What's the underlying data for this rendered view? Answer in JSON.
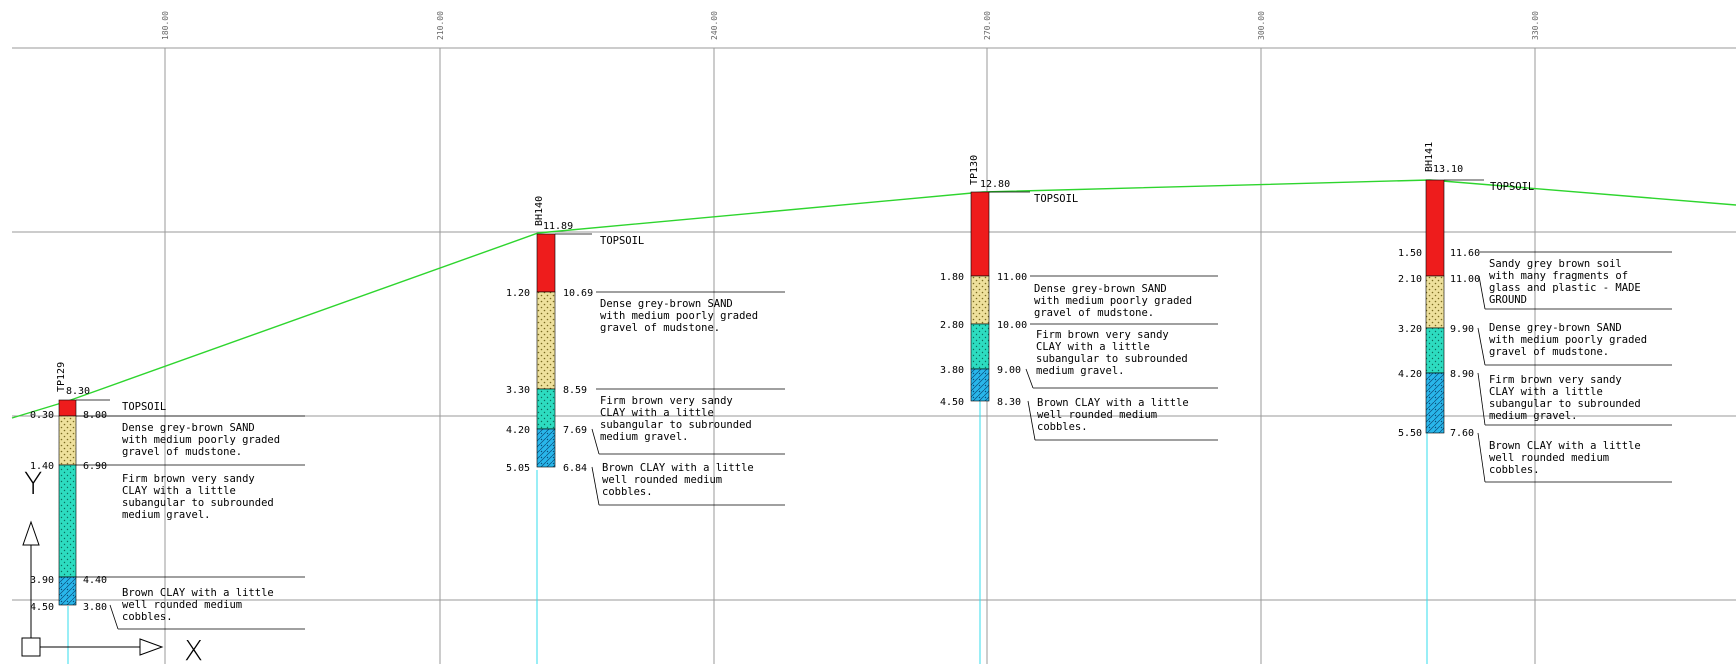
{
  "colors": {
    "background": "#ffffff",
    "grid": "#9a9a9a",
    "ground_line": "#2ed52e",
    "water_line": "#33ddee",
    "topsoil": "#ee1c1c",
    "sand": "#eee09c",
    "clay_cyan": "#2ddcc0",
    "clay_blue": "#29b6ea"
  },
  "axis": {
    "tick_labels": [
      "180.00",
      "210.00",
      "240.00",
      "270.00",
      "300.00",
      "330.00"
    ]
  },
  "ucs_icon": {
    "y_label": "Y",
    "x_label": "X"
  },
  "boreholes": [
    {
      "id": "TP129",
      "ground_level": "8.30",
      "depths": [
        "0.30",
        "1.40",
        "3.90",
        "4.50"
      ],
      "levels": [
        "8.00",
        "6.90",
        "4.40",
        "3.80"
      ],
      "topsoil_label": "TOPSOIL",
      "descriptions": [
        [
          "Dense grey-brown SAND",
          "with medium poorly graded",
          "gravel of mudstone."
        ],
        [
          "Firm brown very sandy",
          "CLAY with a little",
          "subangular to subrounded",
          "medium gravel."
        ],
        [
          "Brown CLAY with a little",
          "well rounded medium",
          "cobbles."
        ]
      ]
    },
    {
      "id": "BH140",
      "ground_level": "11.89",
      "depths": [
        "1.20",
        "3.30",
        "4.20",
        "5.05"
      ],
      "levels": [
        "10.69",
        "8.59",
        "7.69",
        "6.84"
      ],
      "topsoil_label": "TOPSOIL",
      "descriptions": [
        [
          "Dense grey-brown SAND",
          "with medium poorly graded",
          "gravel of mudstone."
        ],
        [
          "Firm brown very sandy",
          "CLAY with a little",
          "subangular to subrounded",
          "medium gravel."
        ],
        [
          "Brown CLAY with a little",
          "well rounded medium",
          "cobbles."
        ]
      ]
    },
    {
      "id": "TP130",
      "ground_level": "12.80",
      "depths": [
        "1.80",
        "2.80",
        "3.80",
        "4.50"
      ],
      "levels": [
        "11.00",
        "10.00",
        "9.00",
        "8.30"
      ],
      "topsoil_label": "TOPSOIL",
      "descriptions": [
        [
          "Dense grey-brown SAND",
          "with medium poorly graded",
          "gravel of mudstone."
        ],
        [
          "Firm brown very sandy",
          "CLAY with a little",
          "subangular to subrounded",
          "medium gravel."
        ],
        [
          "Brown CLAY with a little",
          "well rounded medium",
          "cobbles."
        ]
      ]
    },
    {
      "id": "BH141",
      "ground_level": "13.10",
      "depths": [
        "1.50",
        "2.10",
        "3.20",
        "4.20",
        "5.50"
      ],
      "levels": [
        "11.60",
        "11.00",
        "9.90",
        "8.90",
        "7.60"
      ],
      "topsoil_label": "TOPSOIL",
      "descriptions": [
        [
          "Sandy grey brown soil",
          "with many fragments of",
          "glass and plastic - MADE",
          "GROUND"
        ],
        [
          "Dense grey-brown SAND",
          "with medium poorly graded",
          "gravel of mudstone."
        ],
        [
          "Firm brown very sandy",
          "CLAY with a little",
          "subangular to subrounded",
          "medium gravel."
        ],
        [
          "Brown CLAY with a little",
          "well rounded medium",
          "cobbles."
        ]
      ]
    }
  ]
}
